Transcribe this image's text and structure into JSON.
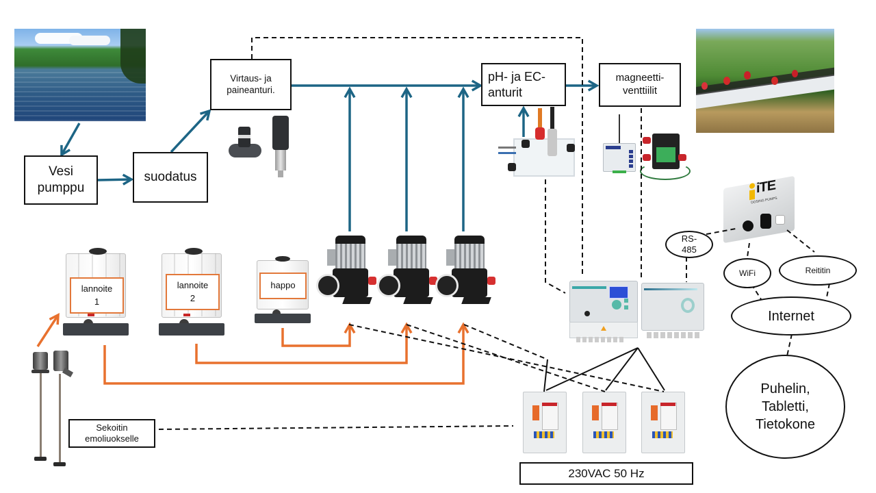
{
  "diagram": {
    "language": "fi",
    "colors": {
      "flow_water": "#1d6585",
      "flow_fertilizer": "#e8712e",
      "signal": "#111111",
      "tank_label_border": "#e2783a"
    },
    "images": {
      "lake": "lake-photo",
      "strawberries": "strawberry-field-photo",
      "sensors_flow_pressure": "flow-and-pressure-sensor-photo",
      "sensors_ph_ec": "ph-ec-probe-holder-photo",
      "valves": "solenoid-valve-controller-photo",
      "gateway": "ite-dosing-pumps-gateway-box-photo",
      "pumps": "dosing-pump-photo",
      "controllers": "control-unit-photo",
      "drives": "frequency-drive-enclosure-photo",
      "mixer": "mixer-photo",
      "tanks": "ibc-tank-photo"
    },
    "nodes": {
      "vesi_pumppu": "Vesi\npumppu",
      "suodatus": "suodatus",
      "virtaus": "Virtaus- ja\npaineanturi.",
      "ph_ec": "pH- ja EC-\nanturit",
      "magneetti": "magneetti-\nventtiilit",
      "sekoitin": "Sekoitin\nemoliuokselle",
      "power": "230VAC 50 Hz"
    },
    "tanks": [
      {
        "label": "lannoite\n1"
      },
      {
        "label": "lannoite\n2"
      },
      {
        "label": "happo"
      }
    ],
    "network": {
      "rs485": "RS-\n485",
      "wifi": "WiFi",
      "router": "Reititin",
      "internet": "Internet",
      "devices": "Puhelin,\nTabletti,\nTietokone"
    },
    "brand": {
      "logo_text": "iTE",
      "sub_text": "DOSING PUMPS"
    }
  }
}
